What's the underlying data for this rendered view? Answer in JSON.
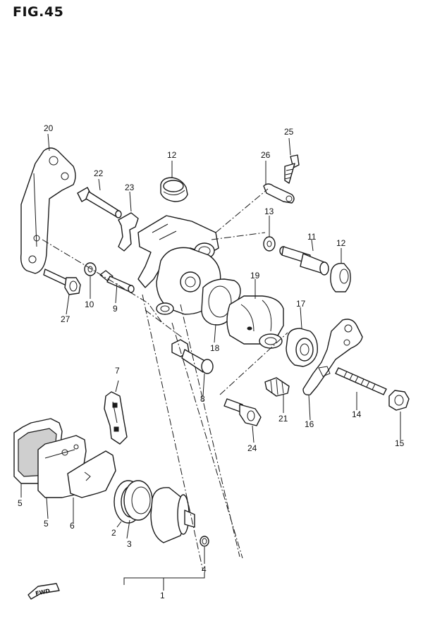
{
  "figure": {
    "title": "FIG.45"
  },
  "callouts": [
    {
      "id": "c1",
      "text": "1"
    },
    {
      "id": "c2",
      "text": "2"
    },
    {
      "id": "c3",
      "text": "3"
    },
    {
      "id": "c4",
      "text": "4"
    },
    {
      "id": "c5a",
      "text": "5"
    },
    {
      "id": "c5b",
      "text": "5"
    },
    {
      "id": "c6",
      "text": "6"
    },
    {
      "id": "c7",
      "text": "7"
    },
    {
      "id": "c8",
      "text": "8"
    },
    {
      "id": "c9",
      "text": "9"
    },
    {
      "id": "c10",
      "text": "10"
    },
    {
      "id": "c11",
      "text": "11"
    },
    {
      "id": "c12a",
      "text": "12"
    },
    {
      "id": "c12b",
      "text": "12"
    },
    {
      "id": "c13",
      "text": "13"
    },
    {
      "id": "c14",
      "text": "14"
    },
    {
      "id": "c15",
      "text": "15"
    },
    {
      "id": "c16",
      "text": "16"
    },
    {
      "id": "c17",
      "text": "17"
    },
    {
      "id": "c18",
      "text": "18"
    },
    {
      "id": "c19",
      "text": "19"
    },
    {
      "id": "c20",
      "text": "20"
    },
    {
      "id": "c21",
      "text": "21"
    },
    {
      "id": "c22",
      "text": "22"
    },
    {
      "id": "c23",
      "text": "23"
    },
    {
      "id": "c24",
      "text": "24"
    },
    {
      "id": "c25",
      "text": "25"
    },
    {
      "id": "c26",
      "text": "26"
    },
    {
      "id": "c27",
      "text": "27"
    }
  ],
  "direction_marker": {
    "text": "FWD"
  },
  "colors": {
    "ink": "#1a1a1a",
    "paper": "#ffffff"
  }
}
